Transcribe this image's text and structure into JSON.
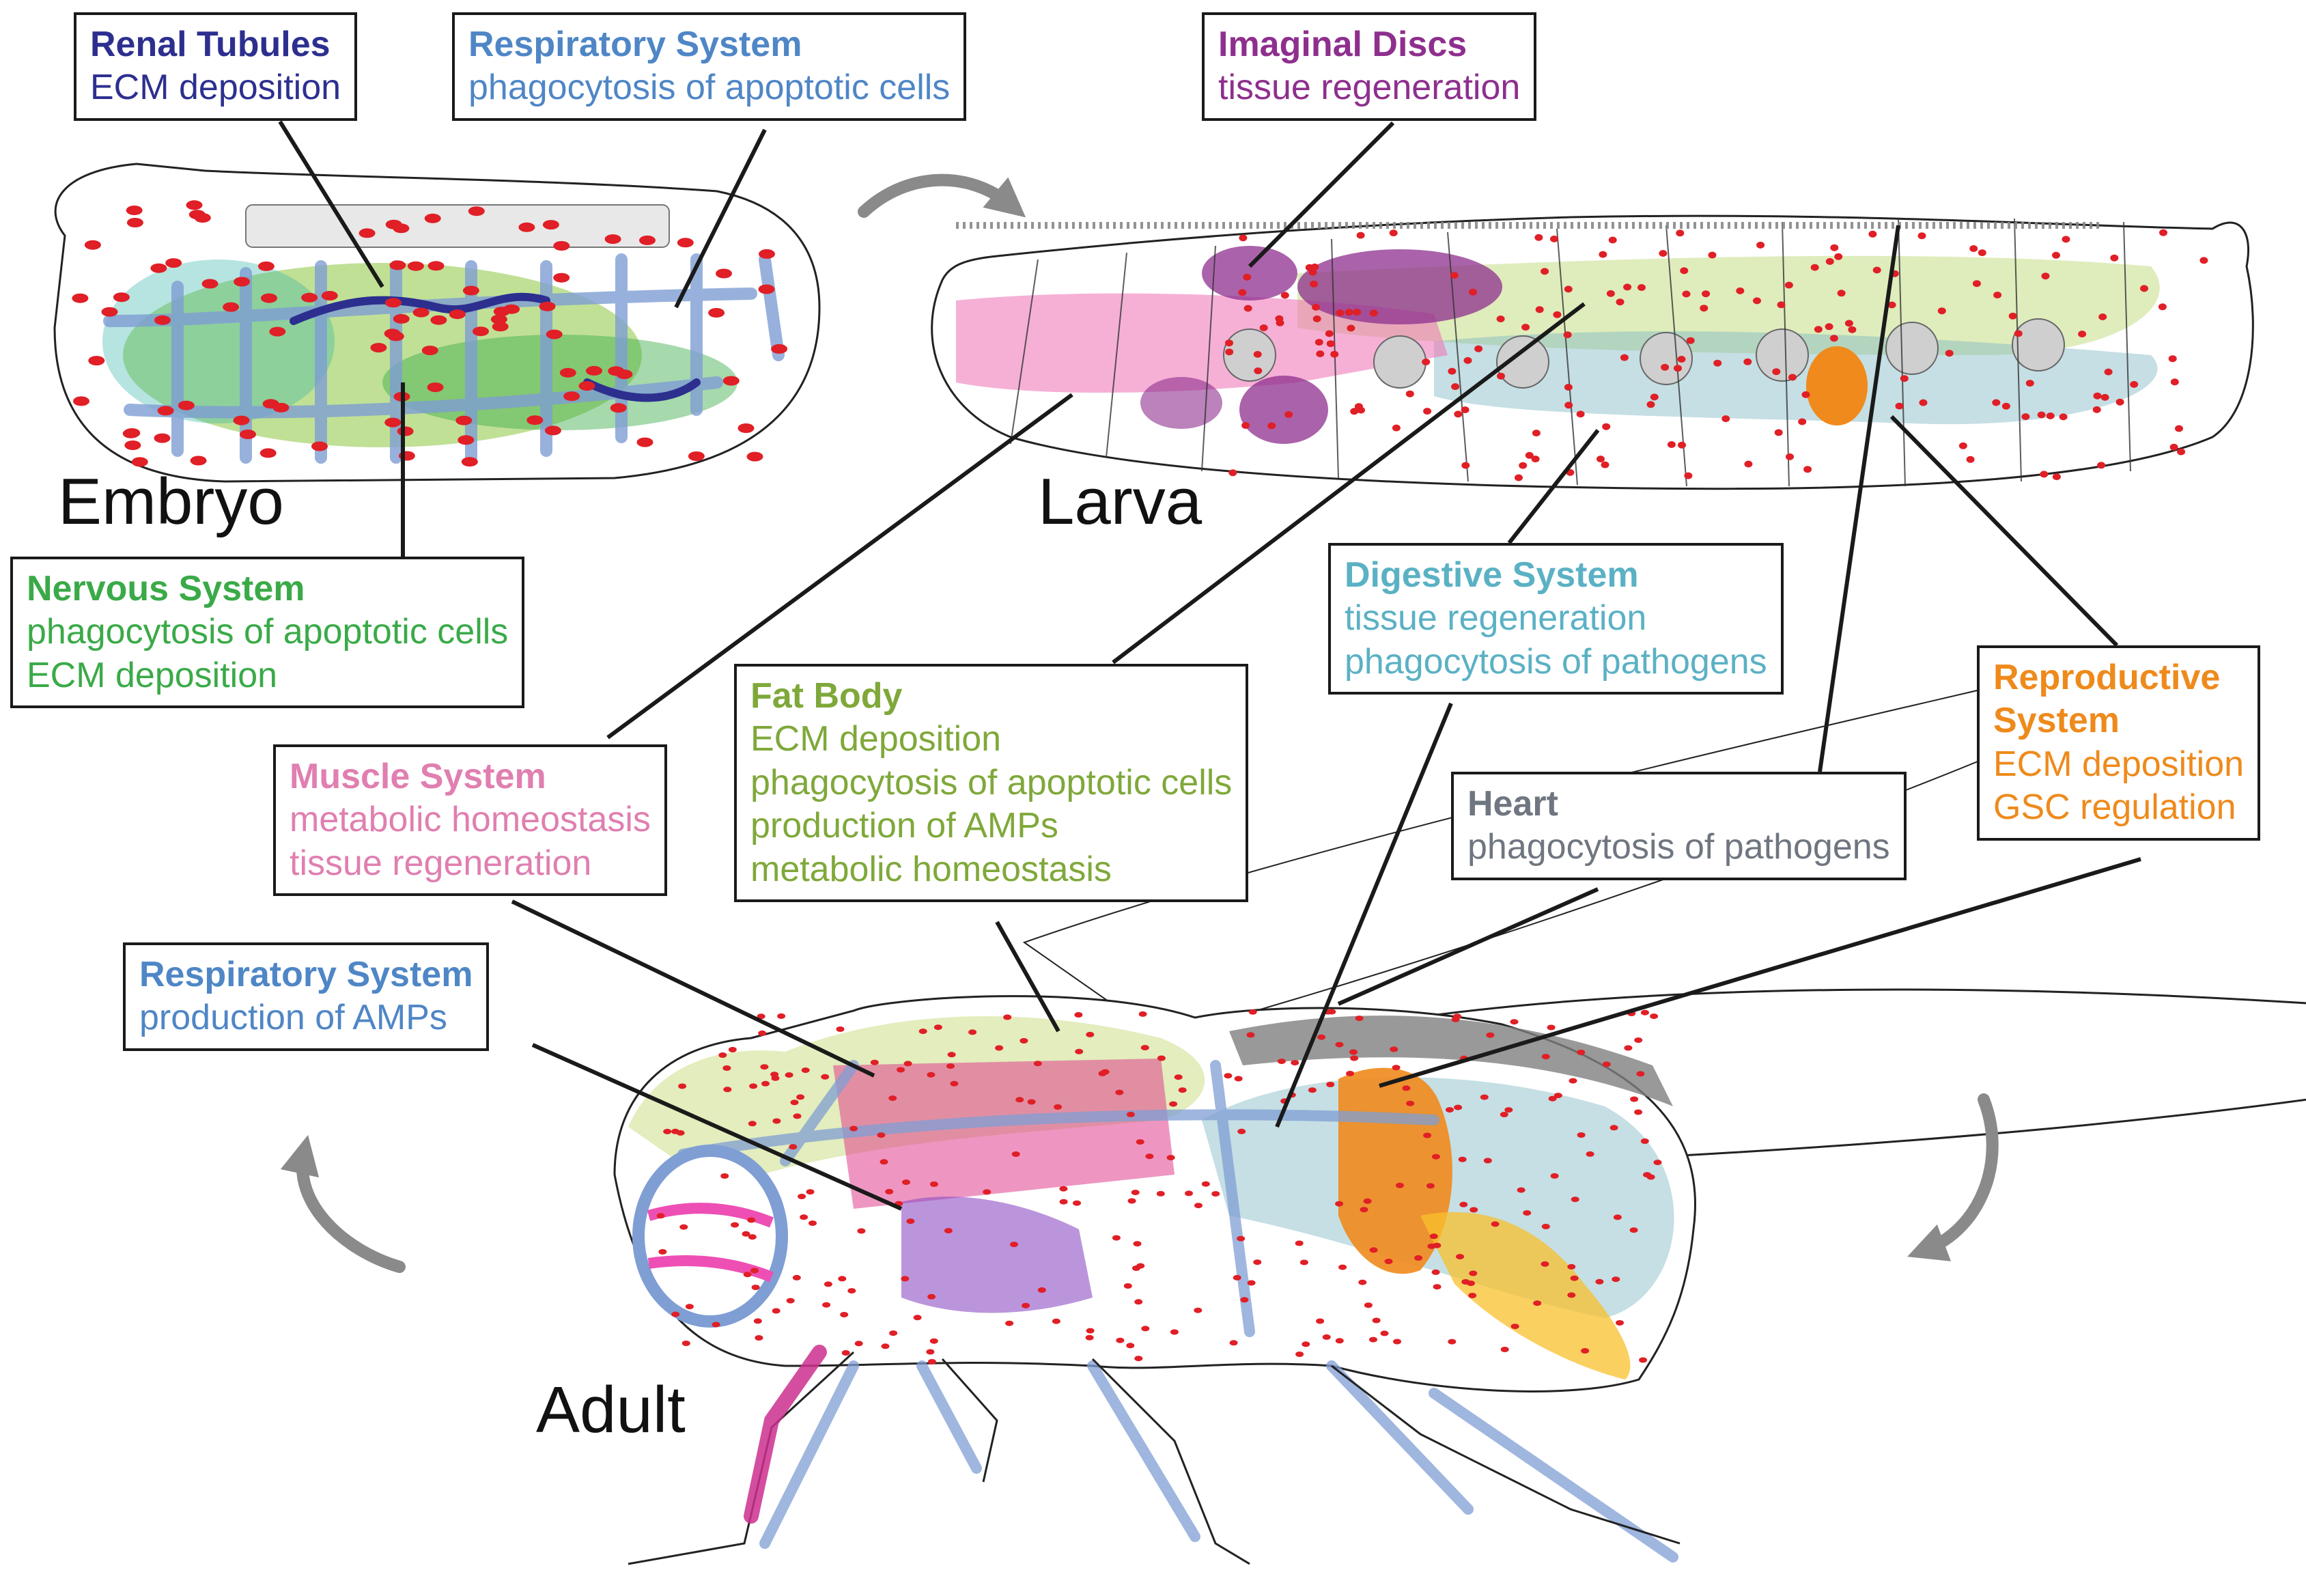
{
  "colors": {
    "renal": "#2d2f8f",
    "respiratory": "#4f86c6",
    "imaginal": "#8e2f8e",
    "nervous": "#3aaa48",
    "fat": "#7fa83a",
    "muscle": "#e07fb0",
    "digestive": "#5bb1c4",
    "heart": "#6f7680",
    "reproductive": "#ee8a1c",
    "hemocyte": "#e01f26",
    "arrow": "#8a8a8a"
  },
  "stages": {
    "embryo": "Embryo",
    "larva": "Larva",
    "adult": "Adult"
  },
  "boxes": {
    "renal": {
      "title": "Renal Tubules",
      "lines": [
        "ECM deposition"
      ]
    },
    "resp_embryo": {
      "title": "Respiratory System",
      "lines": [
        "phagocytosis of apoptotic cells"
      ]
    },
    "imaginal": {
      "title": "Imaginal Discs",
      "lines": [
        "tissue regeneration"
      ]
    },
    "nervous": {
      "title": "Nervous System",
      "lines": [
        "phagocytosis of apoptotic cells",
        "ECM deposition"
      ]
    },
    "digestive": {
      "title": "Digestive System",
      "lines": [
        "tissue regeneration",
        "phagocytosis of pathogens"
      ]
    },
    "reproductive": {
      "title": "Reproductive System",
      "title_lines": [
        "Reproductive",
        "System"
      ],
      "lines": [
        "ECM deposition",
        "GSC regulation"
      ]
    },
    "fat": {
      "title": "Fat Body",
      "lines": [
        "ECM deposition",
        "phagocytosis of apoptotic cells",
        "production of AMPs",
        "metabolic homeostasis"
      ]
    },
    "muscle": {
      "title": "Muscle System",
      "lines": [
        "metabolic homeostasis",
        "tissue regeneration"
      ]
    },
    "heart": {
      "title": "Heart",
      "lines": [
        "phagocytosis of pathogens"
      ]
    },
    "resp_adult": {
      "title": "Respiratory System",
      "lines": [
        "production of AMPs"
      ]
    }
  }
}
